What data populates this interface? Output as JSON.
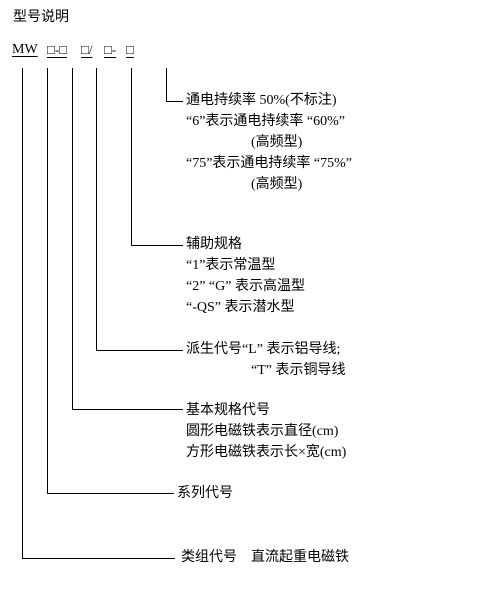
{
  "title": "型号说明",
  "model_code": {
    "prefix": "MW",
    "seg1": "□-□",
    "seg2": "□/",
    "seg3": "□-",
    "seg4": "□"
  },
  "duty_cycle": {
    "line1": "通电持续率  50%(不标注)",
    "line2": "“6”表示通电持续率  “60%”",
    "line3": "(高频型)",
    "line4": "“75”表示通电持续率 “75%”",
    "line5": "(高频型)"
  },
  "aux_spec": {
    "line1": "辅助规格",
    "line2": "“1”表示常温型",
    "line3": "“2” “G” 表示高温型",
    "line4": "“-QS”  表示潜水型"
  },
  "derived_code": {
    "line1": "派生代号“L” 表示铝导线;",
    "line2": "“T” 表示铜导线"
  },
  "basic_spec": {
    "line1": "基本规格代号",
    "line2": "圆形电磁铁表示直径(cm)",
    "line3": "方形电磁铁表示长×宽(cm)"
  },
  "series_code": "系列代号",
  "class_code": "类组代号    直流起重电磁铁"
}
